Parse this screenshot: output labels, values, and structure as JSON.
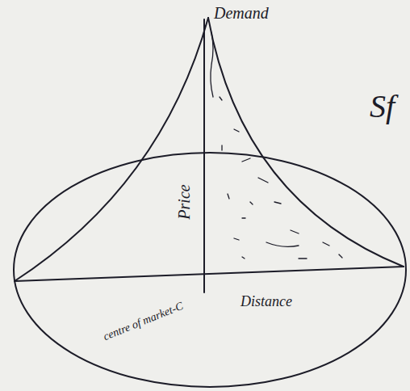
{
  "diagram": {
    "labels": [
      "Demand",
      "Price",
      "Distance",
      "centre of market-C",
      "Sf"
    ]
  }
}
